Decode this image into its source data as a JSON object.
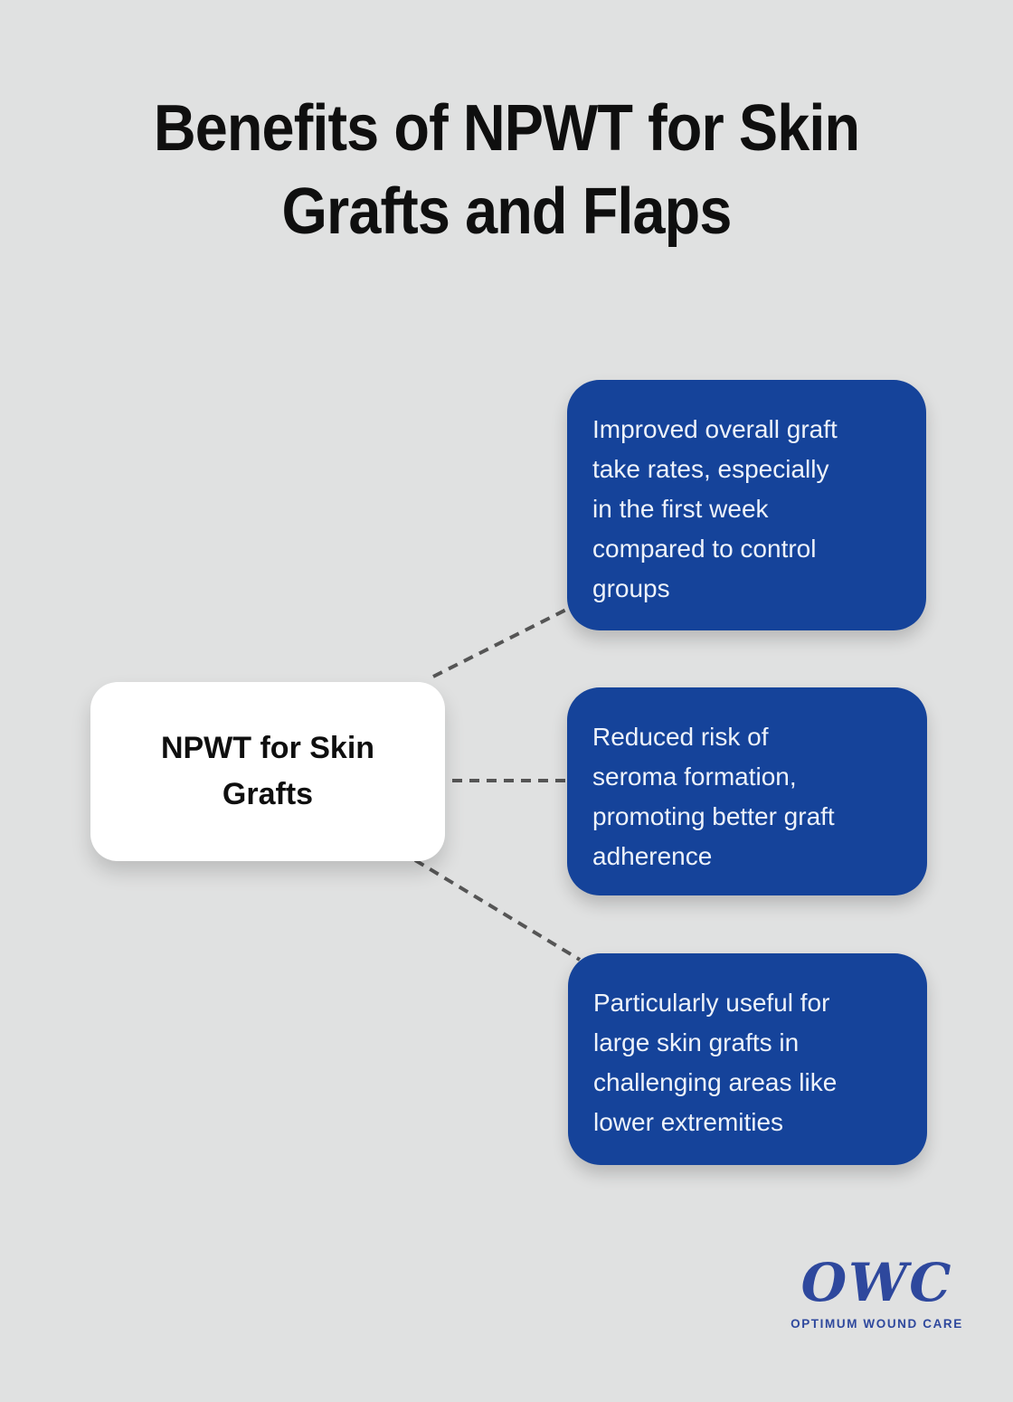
{
  "page": {
    "background": "#e0e1e1",
    "title_color": "#0f0f0f"
  },
  "title": {
    "text": "Benefits of NPWT for Skin\nGrafts and Flaps"
  },
  "diagram": {
    "root_node": {
      "label": "NPWT for Skin\nGrafts",
      "bg": "#ffffff"
    },
    "benefit_boxes": [
      {
        "text": "Improved overall graft\ntake rates, especially\nin the first week\ncompared to control\ngroups"
      },
      {
        "text": "Reduced risk of\nseroma formation,\npromoting better graft\nadherence"
      },
      {
        "text": "Particularly useful for\nlarge skin grafts in\nchallenging areas like\nlower extremities"
      }
    ],
    "box_color": "#15439a",
    "box_text_color": "#edf2fa",
    "connector_color": "#555555"
  },
  "footer_logo": {
    "acronym": "OWC",
    "name": "OPTIMUM WOUND CARE",
    "color": "#2e489d"
  }
}
